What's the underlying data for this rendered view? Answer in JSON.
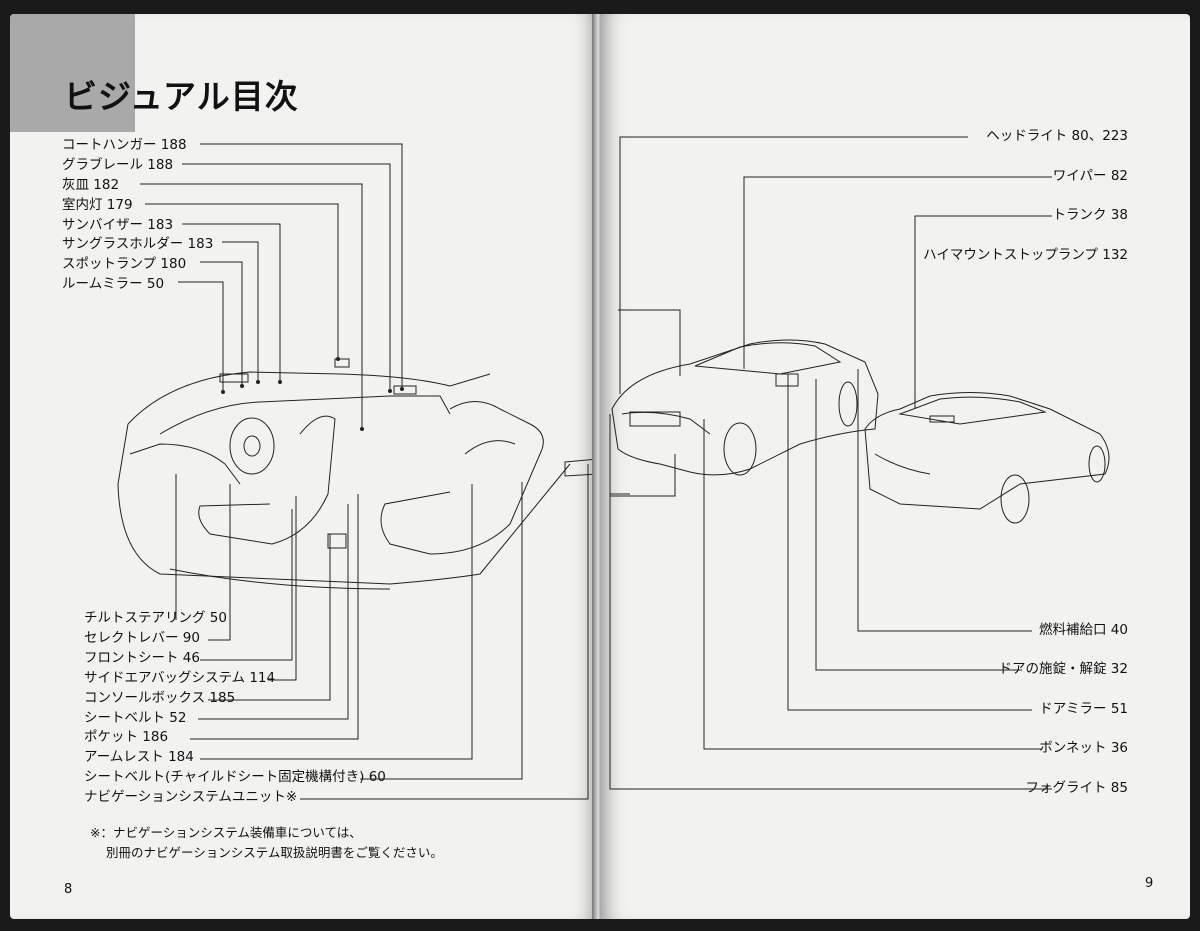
{
  "left_page": {
    "title": "ビジュアル目次",
    "page_number": "8",
    "top_labels": [
      "コートハンガー 188",
      "グラブレール 188",
      "灰皿 182",
      "室内灯 179",
      "サンバイザー 183",
      "サングラスホルダー 183",
      "スポットランプ 180",
      "ルームミラー 50"
    ],
    "bottom_labels": [
      "チルトステアリング 50",
      "セレクトレバー 90",
      "フロントシート 46",
      "サイドエアバッグシステム 114",
      "コンソールボックス 185",
      "シートベルト 52",
      "ポケット 186",
      "アームレスト 184",
      "シートベルト(チャイルドシート固定機構付き) 60",
      "ナビゲーションシステムユニット※"
    ],
    "note_line1": "※：ナビゲーションシステム装備車については、",
    "note_line2": "別冊のナビゲーションシステム取扱説明書をご覧ください。"
  },
  "right_page": {
    "page_number": "9",
    "top_labels": [
      "ヘッドライト 80、223",
      "ワイパー 82",
      "トランク 38",
      "ハイマウントストップランプ 132"
    ],
    "bottom_labels": [
      "燃料補給口 40",
      "ドアの施錠・解錠 32",
      "ドアミラー 51",
      "ボンネット 36",
      "フォグライト 85"
    ]
  }
}
